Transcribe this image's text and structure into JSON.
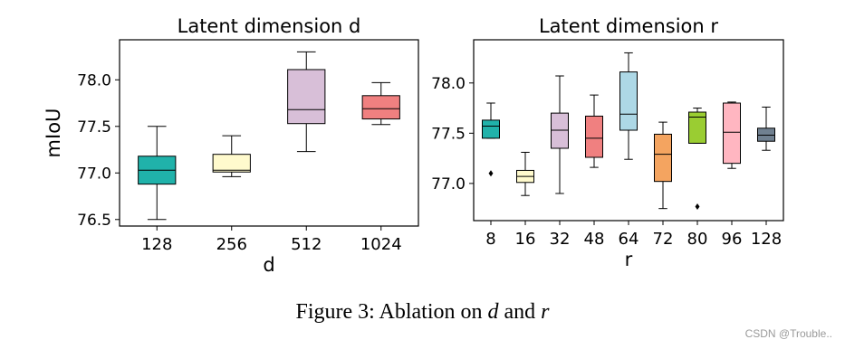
{
  "chart_data": [
    {
      "type": "box",
      "title": "Latent dimension d",
      "xlabel": "d",
      "ylabel": "mIoU",
      "categories": [
        "128",
        "256",
        "512",
        "1024"
      ],
      "ylim": [
        76.43,
        78.43
      ],
      "yticks": [
        76.5,
        77.0,
        77.5,
        78.0
      ],
      "ytick_labels": [
        "76.5",
        "77.0",
        "77.5",
        "78.0"
      ],
      "boxes": [
        {
          "label": "128",
          "whisker_low": 76.5,
          "q1": 76.88,
          "median": 77.03,
          "q3": 77.18,
          "whisker_high": 77.5,
          "color": "#20b2aa",
          "outliers": []
        },
        {
          "label": "256",
          "whisker_low": 76.96,
          "q1": 77.01,
          "median": 77.03,
          "q3": 77.2,
          "whisker_high": 77.4,
          "color": "#fffacd",
          "outliers": []
        },
        {
          "label": "512",
          "whisker_low": 77.23,
          "q1": 77.53,
          "median": 77.68,
          "q3": 78.11,
          "whisker_high": 78.3,
          "color": "#d8bfd8",
          "outliers": []
        },
        {
          "label": "1024",
          "whisker_low": 77.52,
          "q1": 77.58,
          "median": 77.69,
          "q3": 77.83,
          "whisker_high": 77.97,
          "color": "#f08080",
          "outliers": []
        }
      ],
      "grid": false
    },
    {
      "type": "box",
      "title": "Latent dimension r",
      "xlabel": "r",
      "ylabel": "",
      "categories": [
        "8",
        "16",
        "32",
        "48",
        "64",
        "72",
        "80",
        "96",
        "128"
      ],
      "ylim": [
        76.63,
        78.43
      ],
      "yticks": [
        77.0,
        77.5,
        78.0
      ],
      "ytick_labels": [
        "77.0",
        "77.5",
        "78.0"
      ],
      "boxes": [
        {
          "label": "8",
          "whisker_low": 77.45,
          "q1": 77.45,
          "median": 77.57,
          "q3": 77.63,
          "whisker_high": 77.8,
          "color": "#20b2aa",
          "outliers": [
            77.1
          ]
        },
        {
          "label": "16",
          "whisker_low": 76.88,
          "q1": 77.01,
          "median": 77.07,
          "q3": 77.13,
          "whisker_high": 77.31,
          "color": "#fffacd",
          "outliers": []
        },
        {
          "label": "32",
          "whisker_low": 76.9,
          "q1": 77.35,
          "median": 77.53,
          "q3": 77.7,
          "whisker_high": 78.07,
          "color": "#d8bfd8",
          "outliers": []
        },
        {
          "label": "48",
          "whisker_low": 77.16,
          "q1": 77.26,
          "median": 77.45,
          "q3": 77.67,
          "whisker_high": 77.88,
          "color": "#f08080",
          "outliers": []
        },
        {
          "label": "64",
          "whisker_low": 77.24,
          "q1": 77.53,
          "median": 77.69,
          "q3": 78.11,
          "whisker_high": 78.3,
          "color": "#add8e6",
          "outliers": []
        },
        {
          "label": "72",
          "whisker_low": 76.75,
          "q1": 77.02,
          "median": 77.29,
          "q3": 77.49,
          "whisker_high": 77.61,
          "color": "#f4a460",
          "outliers": []
        },
        {
          "label": "80",
          "whisker_low": 77.4,
          "q1": 77.4,
          "median": 77.66,
          "q3": 77.71,
          "whisker_high": 77.75,
          "color": "#9acd32",
          "outliers": [
            76.77
          ]
        },
        {
          "label": "96",
          "whisker_low": 77.15,
          "q1": 77.2,
          "median": 77.51,
          "q3": 77.8,
          "whisker_high": 77.81,
          "color": "#ffb6c1",
          "outliers": []
        },
        {
          "label": "128",
          "whisker_low": 77.33,
          "q1": 77.42,
          "median": 77.48,
          "q3": 77.55,
          "whisker_high": 77.76,
          "color": "#708090",
          "outliers": []
        }
      ],
      "grid": false
    }
  ],
  "caption": {
    "prefix": "Figure 3: Ablation on ",
    "var1": "d",
    "mid": " and ",
    "var2": "r"
  },
  "watermark": "CSDN @Trouble.."
}
